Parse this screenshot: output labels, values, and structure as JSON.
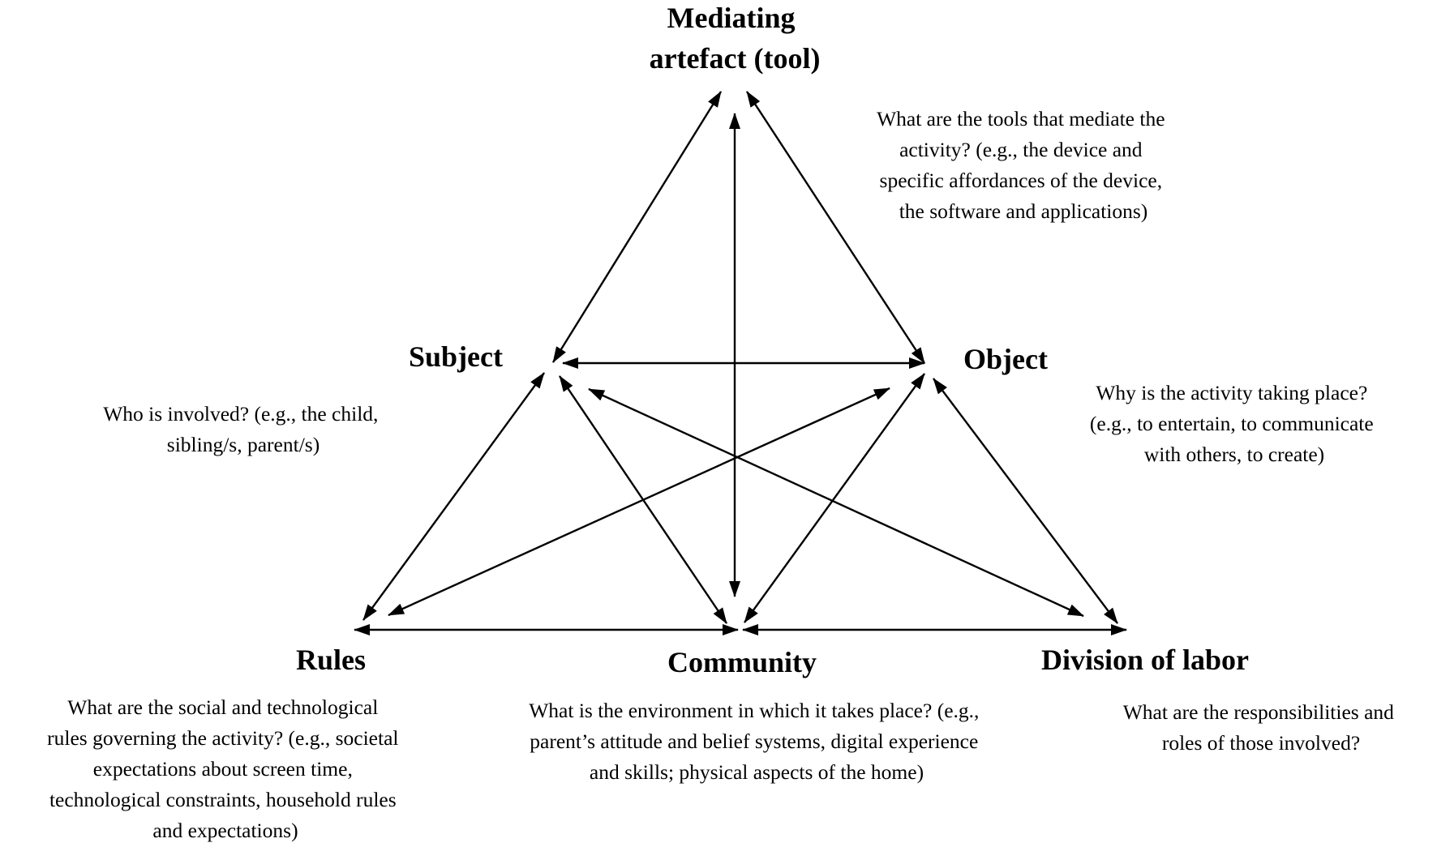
{
  "nodes": {
    "tool": {
      "label_lines": [
        "Mediating",
        "artefact (tool)"
      ],
      "description_lines": [
        "What are the tools that mediate the",
        "activity? (e.g., the device and",
        "specific affordances of the device,",
        "the software and applications)"
      ]
    },
    "subject": {
      "label_lines": [
        "Subject"
      ],
      "description_lines": [
        "Who is involved? (e.g., the child,",
        "sibling/s, parent/s)"
      ]
    },
    "object": {
      "label_lines": [
        "Object"
      ],
      "description_lines": [
        "Why is the activity taking place?",
        "(e.g., to entertain, to communicate",
        "with others, to create)"
      ]
    },
    "rules": {
      "label_lines": [
        "Rules"
      ],
      "description_lines": [
        "What are the social and technological",
        "rules governing the activity? (e.g., societal",
        "expectations about screen time,",
        "technological constraints, household rules",
        "and expectations)"
      ]
    },
    "community": {
      "label_lines": [
        "Community"
      ],
      "description_lines": [
        "What is the environment in which it takes place? (e.g.,",
        "parent’s attitude and belief systems, digital experience",
        "and skills; physical aspects of the home)"
      ]
    },
    "division": {
      "label_lines": [
        "Division of labor"
      ],
      "description_lines": [
        "What are the responsibilities and",
        "roles of those involved?"
      ]
    }
  },
  "connections": [
    {
      "from": "tool",
      "to": "subject",
      "arrows": "both"
    },
    {
      "from": "tool",
      "to": "object",
      "arrows": "both"
    },
    {
      "from": "tool",
      "to": "community",
      "arrows": "both"
    },
    {
      "from": "subject",
      "to": "object",
      "arrows": "both"
    },
    {
      "from": "subject",
      "to": "rules",
      "arrows": "both"
    },
    {
      "from": "subject",
      "to": "community",
      "arrows": "both"
    },
    {
      "from": "subject",
      "to": "division",
      "arrows": "both"
    },
    {
      "from": "object",
      "to": "rules",
      "arrows": "both"
    },
    {
      "from": "object",
      "to": "community",
      "arrows": "both"
    },
    {
      "from": "object",
      "to": "division",
      "arrows": "both"
    },
    {
      "from": "rules",
      "to": "community",
      "arrows": "both"
    },
    {
      "from": "community",
      "to": "division",
      "arrows": "both"
    }
  ]
}
